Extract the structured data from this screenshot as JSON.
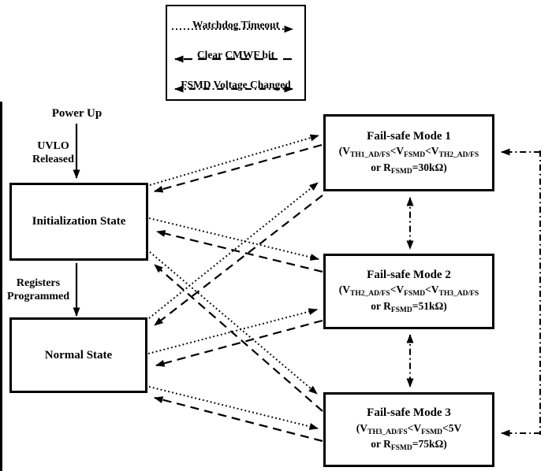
{
  "legend": {
    "items": [
      {
        "label": "Watchdog Timeout",
        "style": "dotted",
        "direction": "right"
      },
      {
        "label": "Clear CMWF bit",
        "style": "dashed",
        "direction": "left"
      },
      {
        "label": "FSMD Voltage Changed",
        "style": "dashdot",
        "direction": "both"
      }
    ]
  },
  "flow": {
    "power_up": "Power Up",
    "uvlo_line1": "UVLO",
    "uvlo_line2": "Released",
    "registers_line1": "Registers",
    "registers_line2": "Programmed"
  },
  "states": {
    "init": {
      "label": "Initialization State"
    },
    "normal": {
      "label": "Normal State"
    }
  },
  "modes": [
    {
      "title": "Fail-safe Mode 1",
      "f1": [
        {
          "t": "(V"
        },
        {
          "s": "TH1_AD/FS"
        },
        {
          "t": "<V"
        },
        {
          "s": "FSMD"
        },
        {
          "t": "<V"
        },
        {
          "s": "TH2_AD/FS"
        }
      ],
      "f2": [
        {
          "t": "or R"
        },
        {
          "s": "FSMD"
        },
        {
          "t": "=30kΩ)"
        }
      ]
    },
    {
      "title": "Fail-safe Mode 2",
      "f1": [
        {
          "t": "(V"
        },
        {
          "s": "TH2_AD/FS"
        },
        {
          "t": "<V"
        },
        {
          "s": "FSMD"
        },
        {
          "t": "<V"
        },
        {
          "s": "TH3_AD/FS"
        }
      ],
      "f2": [
        {
          "t": "or R"
        },
        {
          "s": "FSMD"
        },
        {
          "t": "=51kΩ)"
        }
      ]
    },
    {
      "title": "Fail-safe Mode 3",
      "f1": [
        {
          "t": "(V"
        },
        {
          "s": "TH3_AD/FS"
        },
        {
          "t": "<V"
        },
        {
          "s": "FSMD"
        },
        {
          "t": "<5V"
        }
      ],
      "f2": [
        {
          "t": "or R"
        },
        {
          "s": "FSMD"
        },
        {
          "t": "=75kΩ)"
        }
      ]
    }
  ],
  "transitions": [
    {
      "from": "Power Up",
      "to": "Initialization State",
      "label": "UVLO Released",
      "type": "solid"
    },
    {
      "from": "Initialization State",
      "to": "Normal State",
      "label": "Registers Programmed",
      "type": "solid"
    },
    {
      "from": "Initialization State",
      "to": "Fail-safe Mode 1",
      "type": "Watchdog Timeout"
    },
    {
      "from": "Initialization State",
      "to": "Fail-safe Mode 2",
      "type": "Watchdog Timeout"
    },
    {
      "from": "Initialization State",
      "to": "Fail-safe Mode 3",
      "type": "Watchdog Timeout"
    },
    {
      "from": "Normal State",
      "to": "Fail-safe Mode 1",
      "type": "Watchdog Timeout"
    },
    {
      "from": "Normal State",
      "to": "Fail-safe Mode 2",
      "type": "Watchdog Timeout"
    },
    {
      "from": "Normal State",
      "to": "Fail-safe Mode 3",
      "type": "Watchdog Timeout"
    },
    {
      "from": "Fail-safe Mode 1",
      "to": "Initialization State",
      "type": "Clear CMWF bit"
    },
    {
      "from": "Fail-safe Mode 2",
      "to": "Initialization State",
      "type": "Clear CMWF bit"
    },
    {
      "from": "Fail-safe Mode 3",
      "to": "Initialization State",
      "type": "Clear CMWF bit"
    },
    {
      "from": "Fail-safe Mode 1",
      "to": "Normal State",
      "type": "Clear CMWF bit"
    },
    {
      "from": "Fail-safe Mode 2",
      "to": "Normal State",
      "type": "Clear CMWF bit"
    },
    {
      "from": "Fail-safe Mode 3",
      "to": "Normal State",
      "type": "Clear CMWF bit"
    },
    {
      "from": "Fail-safe Mode 1",
      "to": "Fail-safe Mode 2",
      "type": "FSMD Voltage Changed",
      "bidirectional": true
    },
    {
      "from": "Fail-safe Mode 2",
      "to": "Fail-safe Mode 3",
      "type": "FSMD Voltage Changed",
      "bidirectional": true
    },
    {
      "from": "Fail-safe Mode 1",
      "to": "Fail-safe Mode 3",
      "type": "FSMD Voltage Changed",
      "bidirectional": true
    }
  ],
  "colors": {
    "line": "#000000",
    "background": "#ffffff"
  }
}
